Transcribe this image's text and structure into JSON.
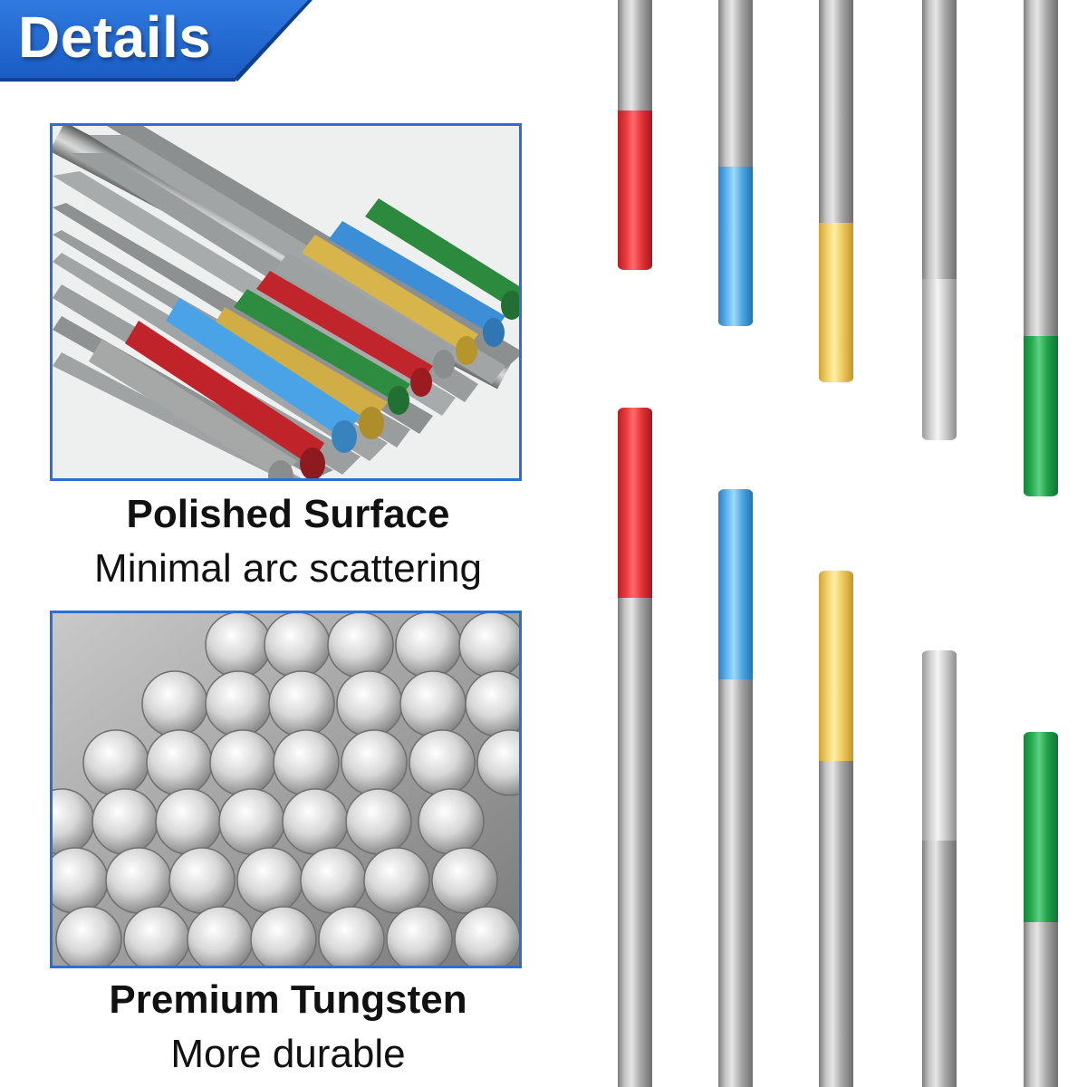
{
  "banner": {
    "title": "Details",
    "color": "#1f66d1"
  },
  "features": [
    {
      "title": "Polished Surface",
      "subtitle": "Minimal arc scattering"
    },
    {
      "title": "Premium Tungsten",
      "subtitle": "More durable"
    }
  ],
  "electrode_colors": {
    "red": "#e23136",
    "blue": "#5eb5ec",
    "gold": "#f3d36a",
    "grey": "#d3d3d3",
    "green": "#27ad52"
  }
}
